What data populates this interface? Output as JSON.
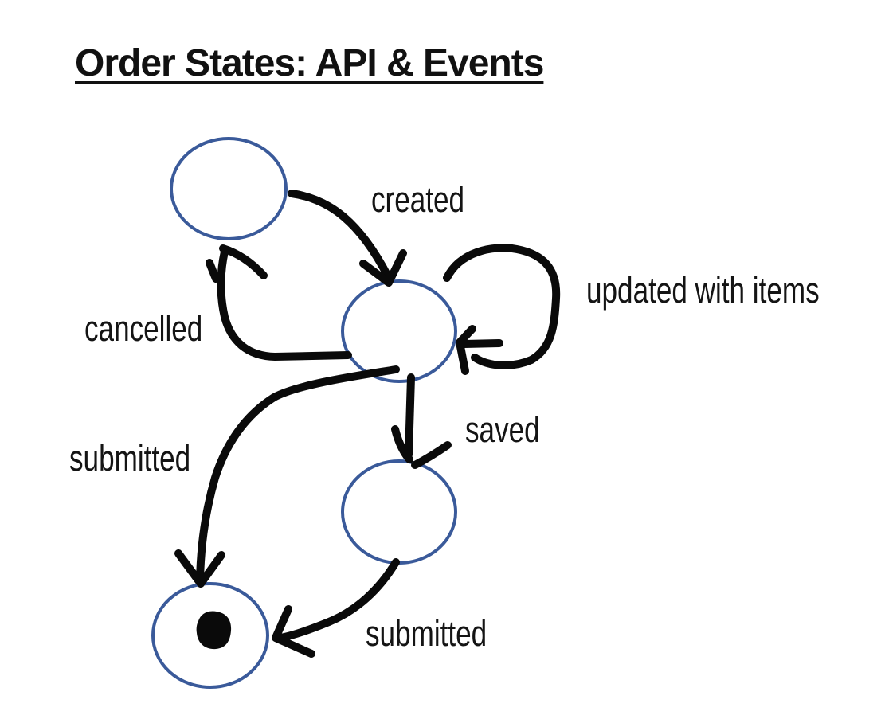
{
  "title": "Order States: API & Events",
  "colors": {
    "ink": "#0a0a0a",
    "state_outline": "#3a5a9a",
    "final_dot": "#0a0a0a"
  },
  "diagram": {
    "type": "state-diagram",
    "transitions": [
      {
        "label": "created"
      },
      {
        "label": "updated with items"
      },
      {
        "label": "cancelled"
      },
      {
        "label": "saved"
      },
      {
        "label": "submitted"
      },
      {
        "label": "submitted"
      }
    ]
  }
}
